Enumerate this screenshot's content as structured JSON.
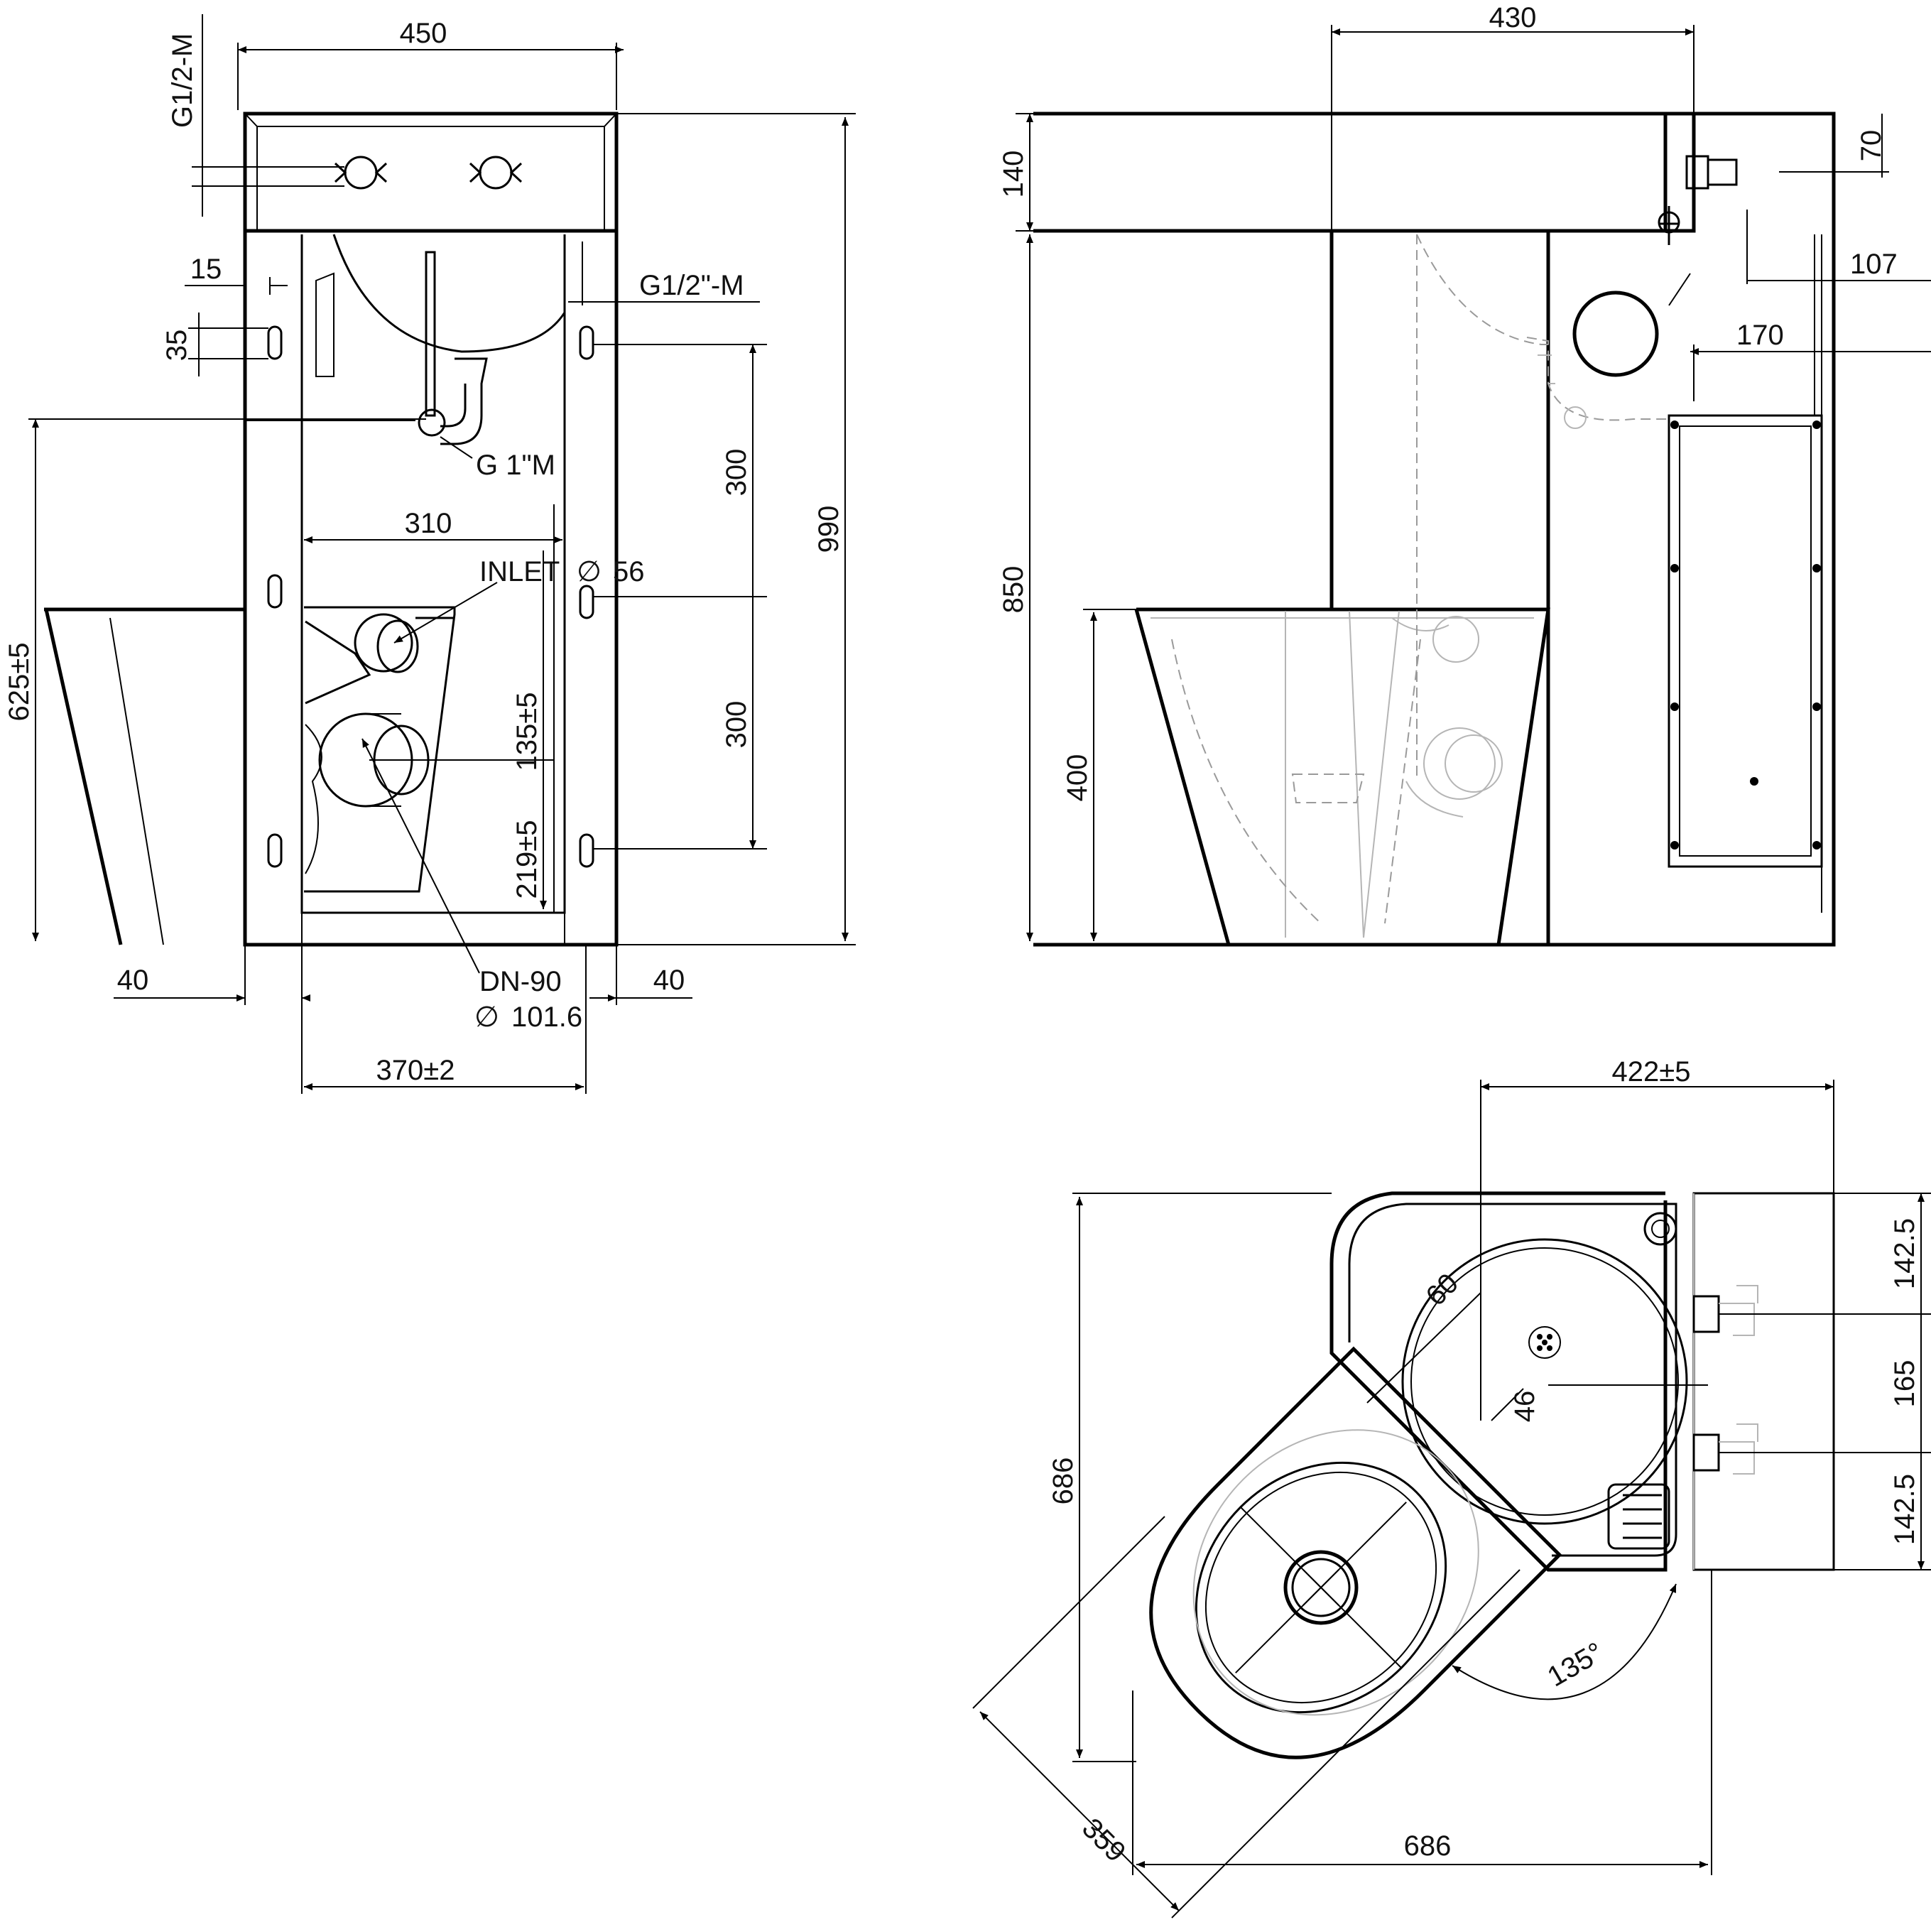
{
  "front_view": {
    "dims": {
      "width_top": "450",
      "inlet_thread": "G1/2-M",
      "side_inlet_thread": "G1/2\"-M",
      "d15": "15",
      "d35": "35",
      "height_total": "990",
      "spacing_upper": "300",
      "spacing_lower": "300",
      "width_inner": "310",
      "outlet_thread": "G 1\"M",
      "inlet_label": "INLET",
      "inlet_dia": "56",
      "bowl_height": "625±5",
      "d135": "135±5",
      "d219": "219±5",
      "drain_label": "DN-90",
      "drain_dia": "101.6",
      "left_offset": "40",
      "right_offset": "40",
      "fixing_span": "370±2"
    }
  },
  "side_view": {
    "dims": {
      "depth": "430",
      "head_height": "140",
      "d70": "70",
      "d107": "107",
      "d170": "170",
      "body_height": "850",
      "bowl_height": "400"
    }
  },
  "plan_view": {
    "dims": {
      "width": "422±5",
      "d142a": "142.5",
      "d165": "165",
      "d142b": "142.5",
      "d60": "60",
      "d46": "46",
      "depth_left": "686",
      "depth_bottom": "686",
      "diagonal": "359",
      "angle": "135°"
    }
  },
  "symbols": {
    "diameter": "∅"
  }
}
